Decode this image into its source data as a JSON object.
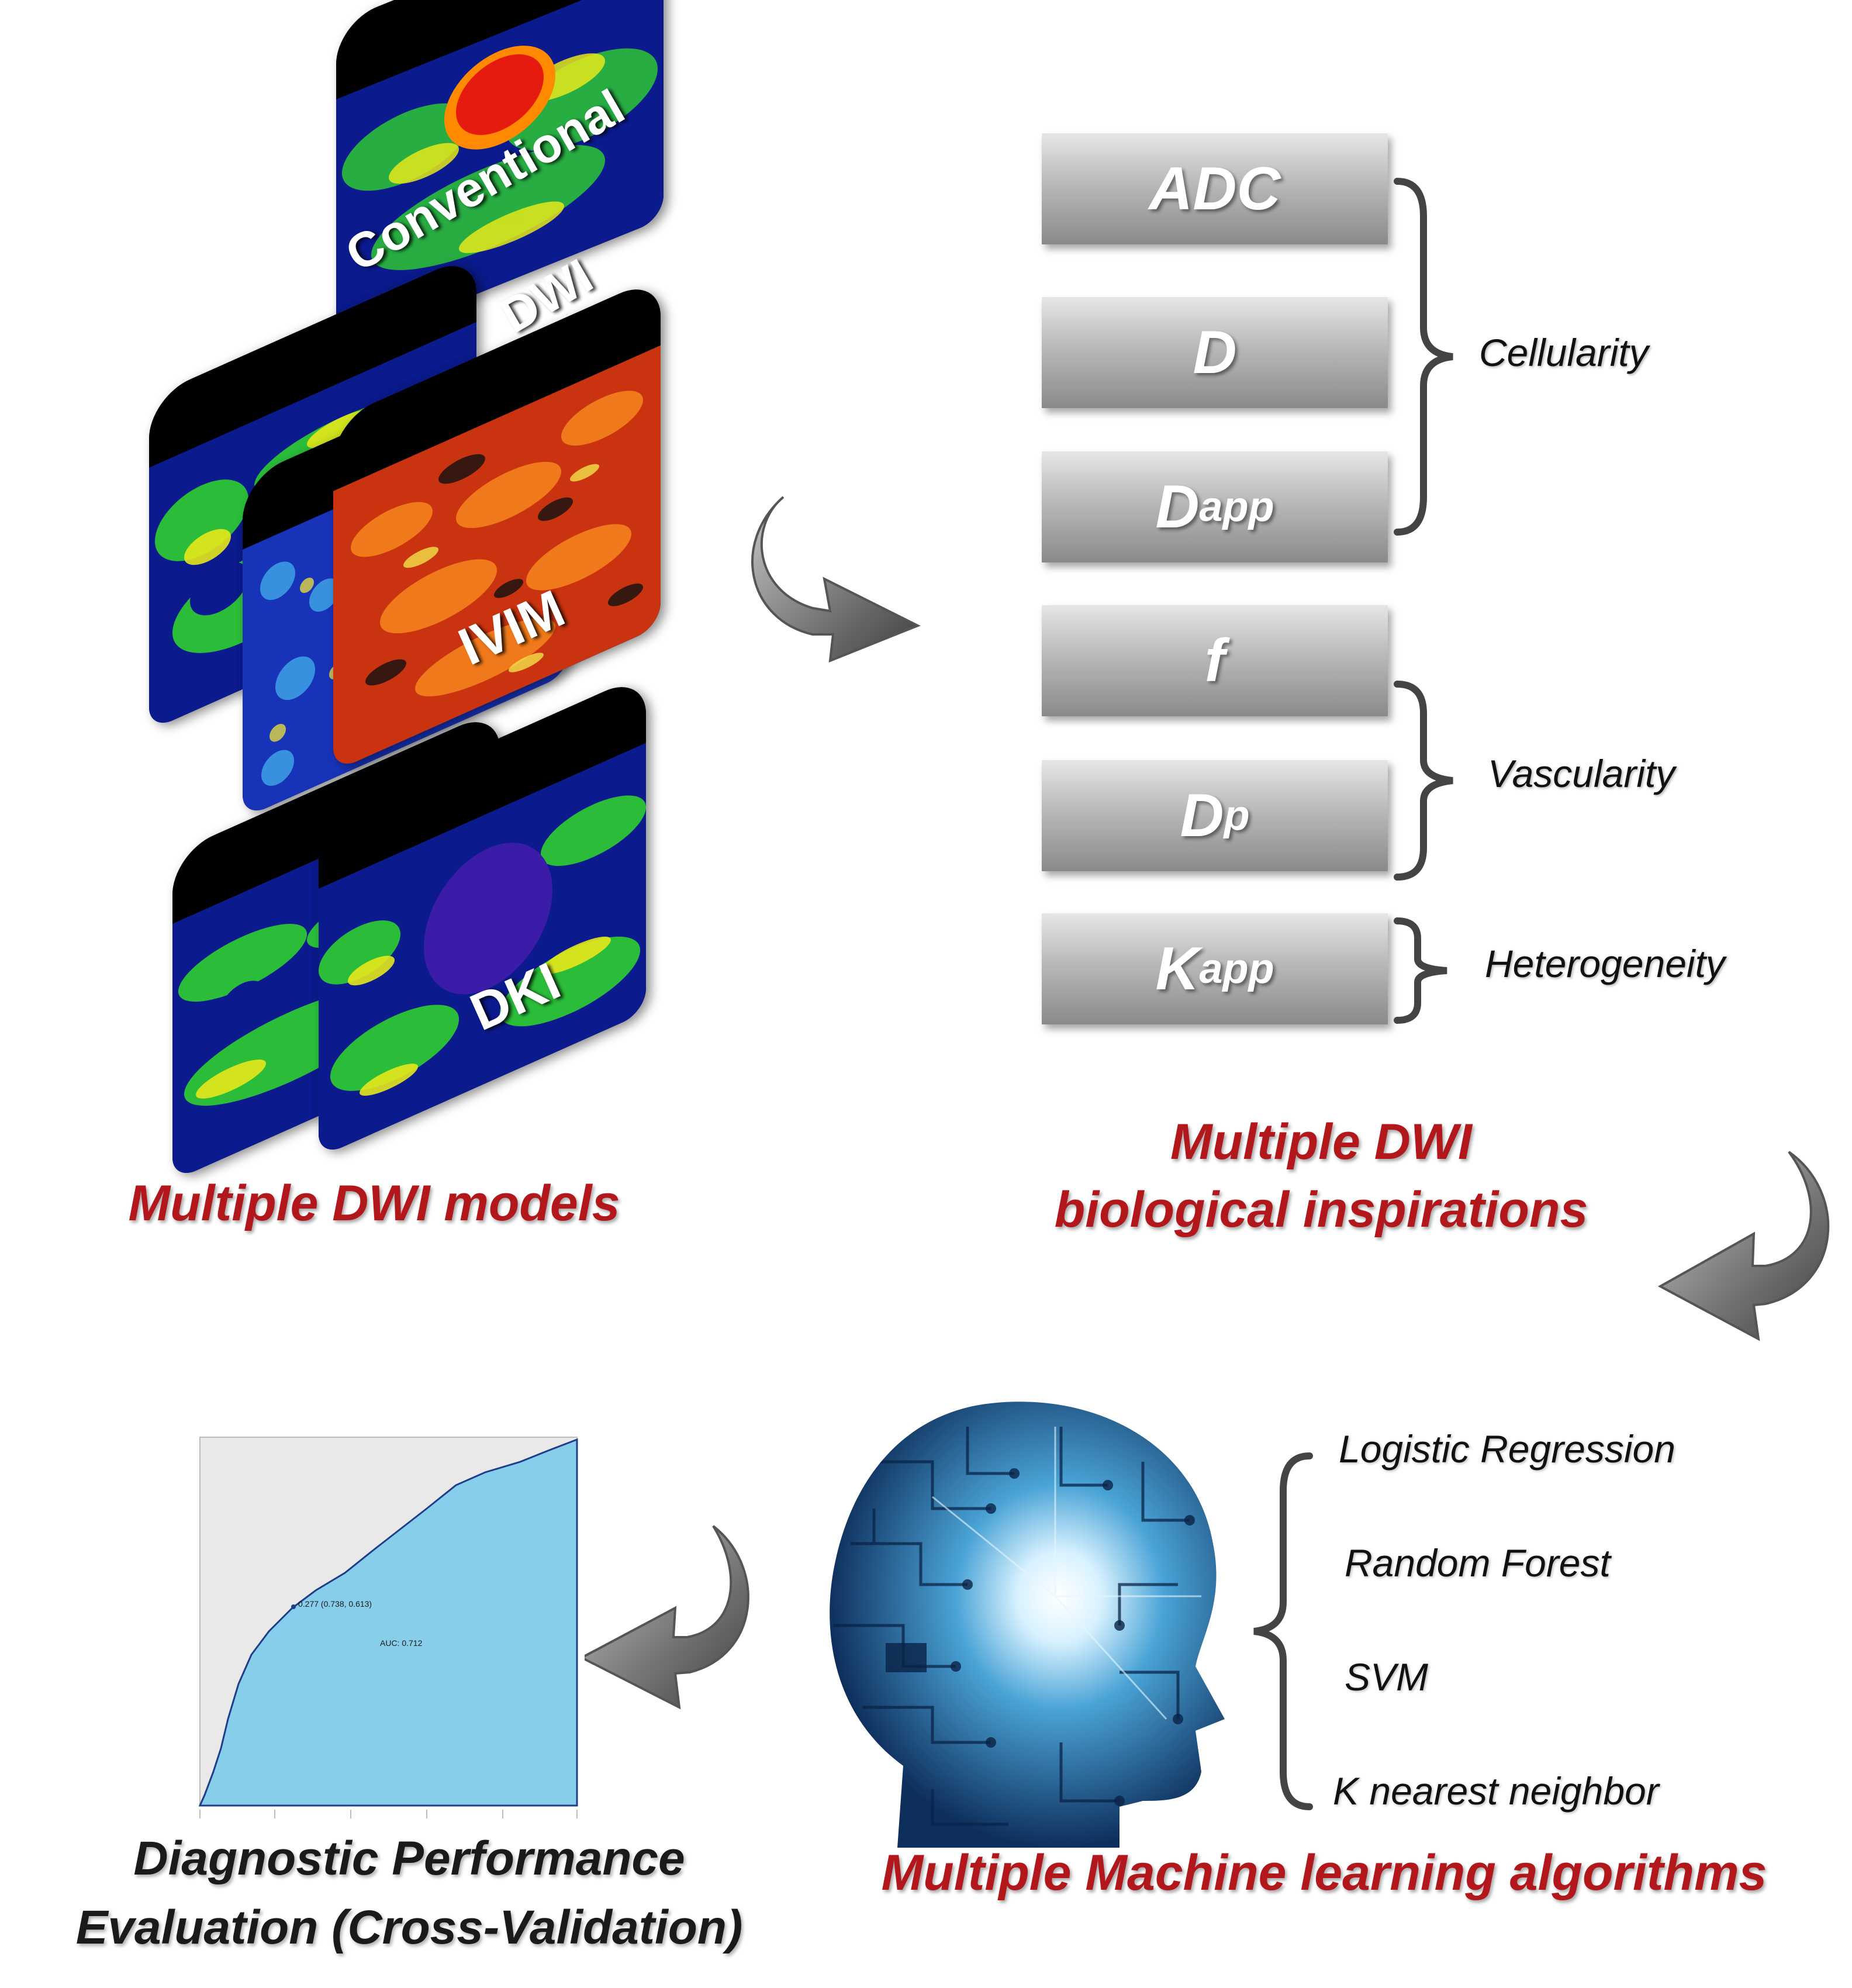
{
  "maps": {
    "conventional": {
      "line1": "Conventional",
      "line2": "DWI"
    },
    "ivim": "IVIM",
    "dki": "DKI",
    "heading": "Multiple DWI models"
  },
  "parameters": {
    "items": [
      {
        "main": "ADC",
        "sub": ""
      },
      {
        "main": "D",
        "sub": ""
      },
      {
        "main": "D",
        "sub": "app"
      },
      {
        "main": "f",
        "sub": ""
      },
      {
        "main": "D",
        "sub": "p"
      },
      {
        "main": "K",
        "sub": "app"
      }
    ],
    "groups": [
      "Cellularity",
      "Vascularity",
      "Heterogeneity"
    ],
    "heading_line1": "Multiple DWI",
    "heading_line2": "biological inspirations"
  },
  "algorithms": {
    "items": [
      "Logistic Regression",
      "Random Forest",
      "SVM",
      "K nearest neighbor"
    ],
    "heading": "Multiple Machine learning algorithms"
  },
  "evaluation": {
    "heading_line1": "Diagnostic Performance",
    "heading_line2": "Evaluation (Cross-Validation)",
    "roc_point_label": "0.277 (0.738, 0.613)",
    "roc_auc_label": "AUC: 0.712"
  },
  "colors": {
    "heading_red": "#b1171b",
    "param_box_gray": "#a8a8a8",
    "roc_fill": "#87ceeb",
    "map_blue": "#0b1a8c"
  }
}
